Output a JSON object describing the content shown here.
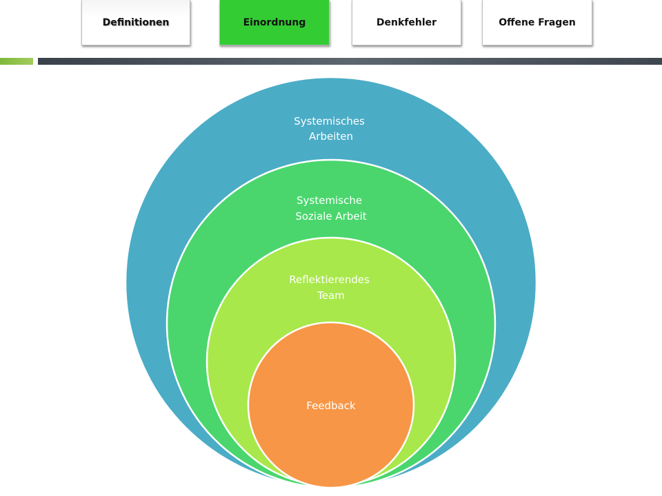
{
  "tabs": [
    {
      "label": "Definitionen"
    },
    {
      "label": "Einordnung",
      "active": true,
      "active_color": "#33cc33"
    },
    {
      "label": "Denkfehler"
    },
    {
      "label": "Offene Fragen"
    }
  ],
  "diagram": {
    "type": "nested-circles",
    "rings": [
      {
        "lines": [
          "Systemisches",
          "Arbeiten"
        ],
        "color": "#4bacc6"
      },
      {
        "lines": [
          "Systemische",
          "Soziale Arbeit"
        ],
        "color": "#4ad66d"
      },
      {
        "lines": [
          "Reflektierendes",
          "Team"
        ],
        "color": "#a8e84a"
      },
      {
        "lines": [
          "Feedback"
        ],
        "color": "#f79646"
      }
    ]
  },
  "colors": {
    "stripe_green": "#7fb83a",
    "stripe_dark": "#3e464e"
  }
}
